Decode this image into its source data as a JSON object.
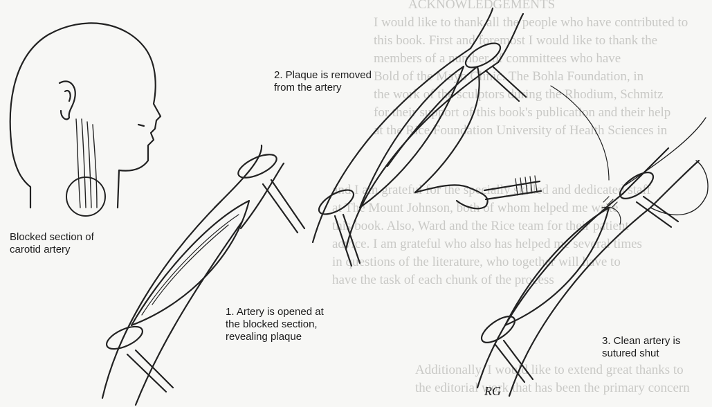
{
  "labels": {
    "blocked": "Blocked section of\ncarotid artery",
    "step1": "1. Artery is opened at\nthe blocked section,\nrevealing plaque",
    "step2": "2. Plaque is removed\nfrom the artery",
    "step3": "3. Clean artery is\nsutured shut",
    "signature": "RG"
  },
  "background_text": [
    "ACKNOWLEDGEMENTS",
    "I would like to thank all the people who have contributed to",
    "this book. First and foremost I would like to thank the",
    "members of a number of committees who have",
    "Bold of the Mayo Clinic. The Bohla Foundation, in",
    "the work of the sculptors during the Rhodium, Schmitz",
    "for their support of this book's publication and their help",
    "at the Rice Foundation University of Health Sciences in",
    "and I am grateful for the specially skilled and dedicated staff",
    "at The Mount Johnson, both of whom helped me write",
    "this book. Also, Ward and the Rice team for their patient",
    "advice. I am grateful who also has helped me several times",
    "in questions of the literature, who together will have to",
    "have the task of each chunk of the process",
    "",
    "Additionally, I would like to extend great thanks to",
    "the editorial work that has been the primary concern"
  ]
}
